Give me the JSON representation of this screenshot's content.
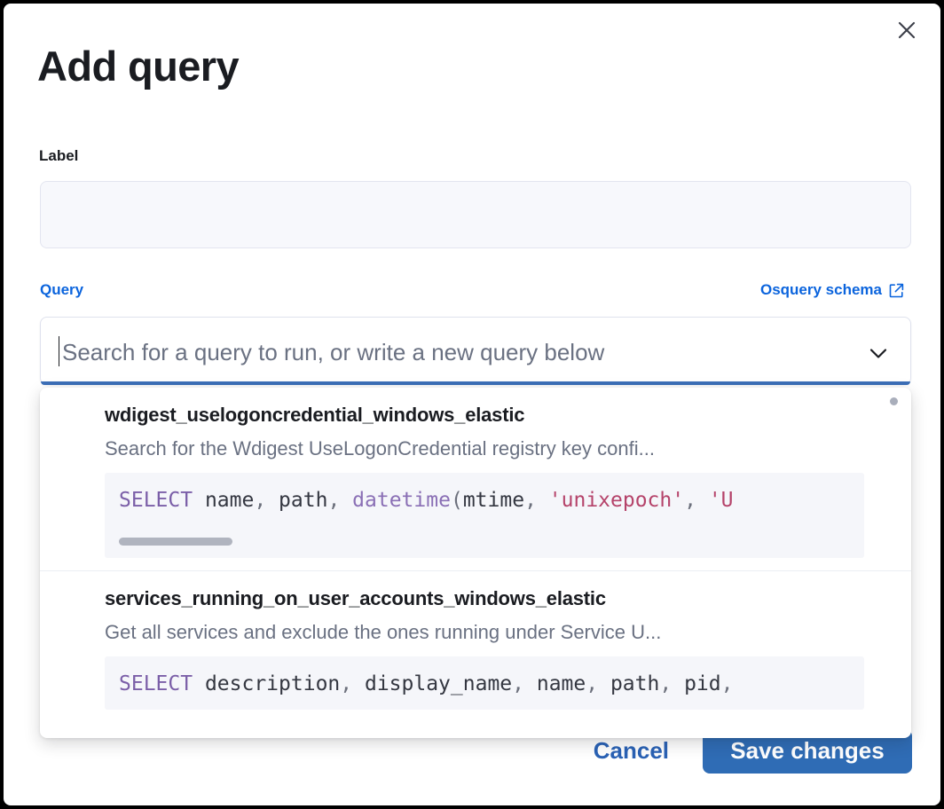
{
  "modal": {
    "title": "Add query",
    "close_icon": "close-icon"
  },
  "label_field": {
    "label": "Label",
    "value": "",
    "placeholder": ""
  },
  "query_field": {
    "legend": "Query",
    "schema_link_text": "Osquery schema",
    "schema_link_icon": "external-link-icon",
    "combo_placeholder": "Search for a query to run, or write a new query below",
    "caret_icon": "chevron-down-icon"
  },
  "dropdown": {
    "options": [
      {
        "title": "wdigest_uselogoncredential_windows_elastic",
        "description": "Search for the Wdigest UseLogonCredential registry key confi...",
        "code_tokens": [
          {
            "t": "SELECT",
            "c": "kw"
          },
          {
            "t": " name",
            "c": "plain"
          },
          {
            "t": ",",
            "c": "pun"
          },
          {
            "t": " path",
            "c": "plain"
          },
          {
            "t": ",",
            "c": "pun"
          },
          {
            "t": " ",
            "c": "plain"
          },
          {
            "t": "datetime",
            "c": "fn"
          },
          {
            "t": "(",
            "c": "pun"
          },
          {
            "t": "mtime",
            "c": "plain"
          },
          {
            "t": ",",
            "c": "pun"
          },
          {
            "t": " ",
            "c": "plain"
          },
          {
            "t": "'unixepoch'",
            "c": "str"
          },
          {
            "t": ",",
            "c": "pun"
          },
          {
            "t": " ",
            "c": "plain"
          },
          {
            "t": "'U",
            "c": "str"
          }
        ],
        "has_code_scrollbar": true
      },
      {
        "title": "services_running_on_user_accounts_windows_elastic",
        "description": "Get all services and exclude the ones running under Service U...",
        "code_tokens": [
          {
            "t": "SELECT",
            "c": "kw"
          },
          {
            "t": " description",
            "c": "plain"
          },
          {
            "t": ",",
            "c": "pun"
          },
          {
            "t": " display_name",
            "c": "plain"
          },
          {
            "t": ",",
            "c": "pun"
          },
          {
            "t": " name",
            "c": "plain"
          },
          {
            "t": ",",
            "c": "pun"
          },
          {
            "t": " path",
            "c": "plain"
          },
          {
            "t": ",",
            "c": "pun"
          },
          {
            "t": " pid",
            "c": "plain"
          },
          {
            "t": ",",
            "c": "pun"
          }
        ],
        "has_code_scrollbar": false
      }
    ]
  },
  "footer": {
    "cancel_label": "Cancel",
    "save_label": "Save changes"
  },
  "colors": {
    "accent_blue": "#0b64dd",
    "button_blue": "#2f6cb5",
    "focus_underline": "#3c6fb8",
    "sql_keyword": "#7b5fa8",
    "sql_string": "#b5436a",
    "text_primary": "#1a1c21",
    "text_muted": "#6a7182"
  }
}
